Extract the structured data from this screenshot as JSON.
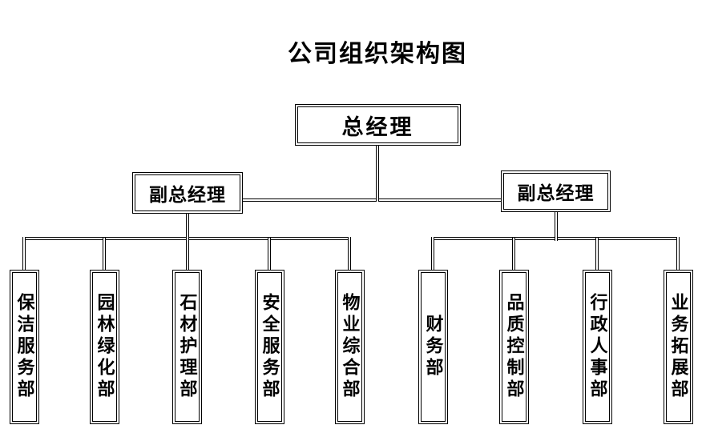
{
  "title": "公司组织架构图",
  "chart": {
    "root": {
      "label": "总经理"
    },
    "deputies": [
      {
        "label": "副总经理"
      },
      {
        "label": "副总经理"
      }
    ],
    "departments_left": [
      {
        "label": "保洁服务部"
      },
      {
        "label": "园林绿化部"
      },
      {
        "label": "石材护理部"
      },
      {
        "label": "安全服务部"
      },
      {
        "label": "物业综合部"
      }
    ],
    "departments_right": [
      {
        "label": "财务部"
      },
      {
        "label": "品质控制部"
      },
      {
        "label": "行政人事部"
      },
      {
        "label": "业务拓展部"
      }
    ]
  },
  "colors": {
    "line": "#000000",
    "text": "#000000",
    "background": "#ffffff"
  }
}
